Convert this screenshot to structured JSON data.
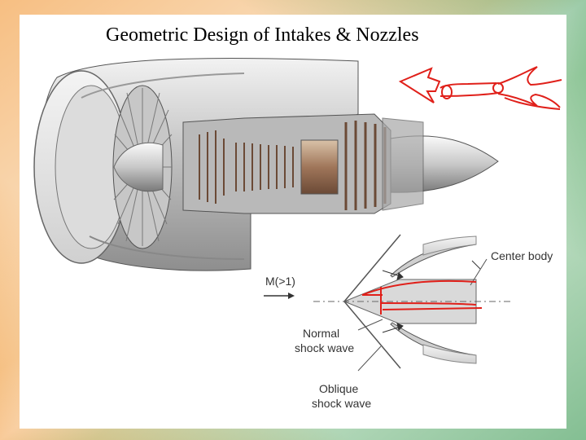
{
  "slide": {
    "title": "Geometric Design of Intakes & Nozzles",
    "border_colors": {
      "saffron": "#f08a1c",
      "white": "#ffffff",
      "green": "#1f8a3a"
    }
  },
  "diagram": {
    "labels": {
      "center_body": "Center body",
      "mach": "M(>1)",
      "normal_shock_line1": "Normal",
      "normal_shock_line2": "shock wave",
      "oblique_shock_line1": "Oblique",
      "oblique_shock_line2": "shock wave"
    },
    "annotation_color": "#e0201a"
  }
}
